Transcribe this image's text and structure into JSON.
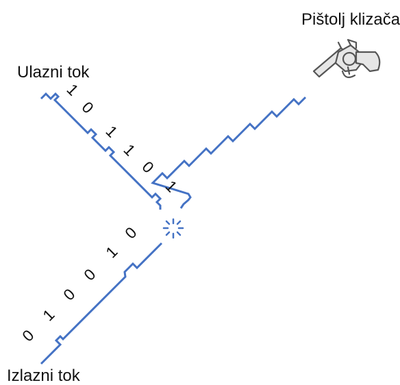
{
  "labels": {
    "gun": "Pištolj klizača",
    "input": "Ulazni  tok",
    "output": "Izlazni  tok"
  },
  "input_bits": [
    "1",
    "0",
    "1",
    "1",
    "0",
    "1"
  ],
  "output_bits": [
    "0",
    "1",
    "0",
    "0",
    "1",
    "0"
  ],
  "icons": {
    "gun": "revolver-icon",
    "collision": "sparkle-icon"
  },
  "colors": {
    "stream": "#4472c4",
    "text": "#111111",
    "gun": "#555555"
  }
}
